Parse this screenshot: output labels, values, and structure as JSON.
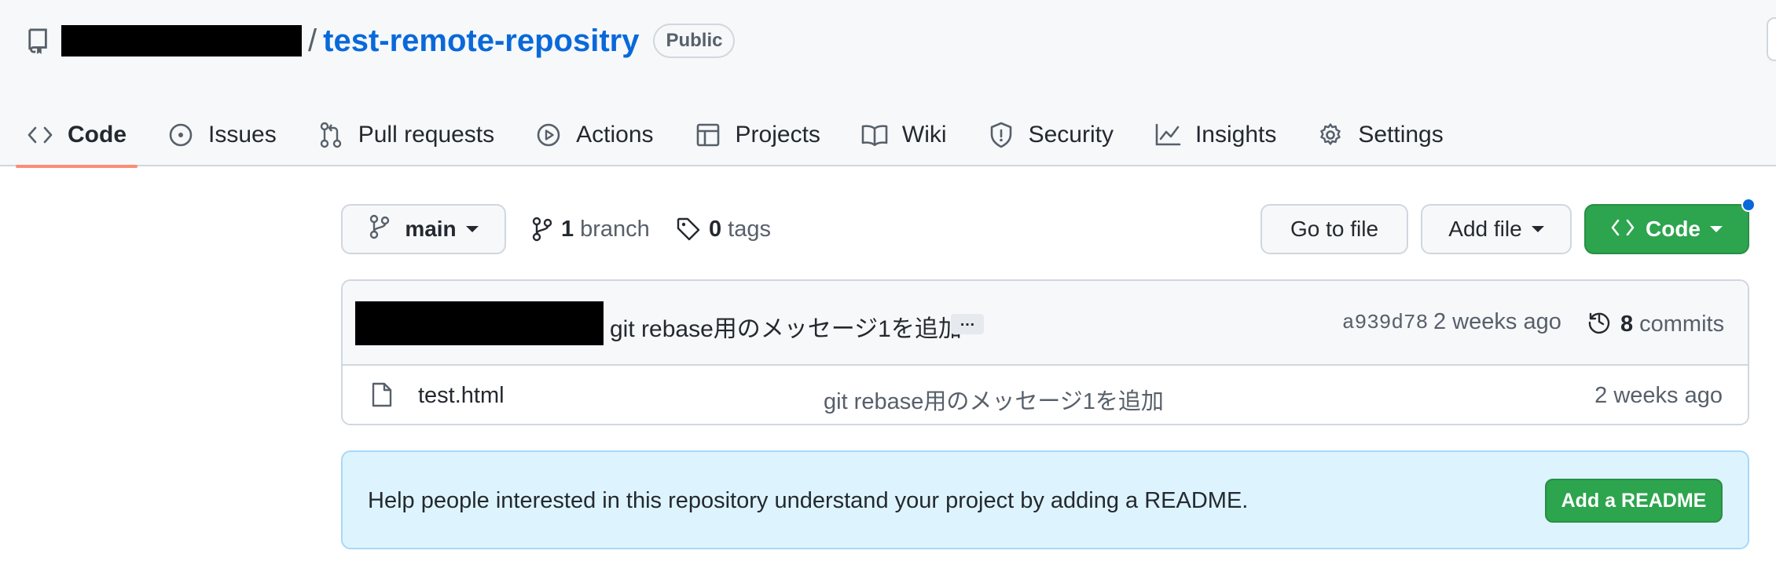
{
  "repo": {
    "slash": "/",
    "name": "test-remote-repositry",
    "visibility": "Public"
  },
  "tabs": [
    {
      "label": "Code",
      "icon": "code-icon",
      "active": true
    },
    {
      "label": "Issues",
      "icon": "issue-icon"
    },
    {
      "label": "Pull requests",
      "icon": "pull-request-icon"
    },
    {
      "label": "Actions",
      "icon": "play-icon"
    },
    {
      "label": "Projects",
      "icon": "table-icon"
    },
    {
      "label": "Wiki",
      "icon": "book-icon"
    },
    {
      "label": "Security",
      "icon": "shield-icon"
    },
    {
      "label": "Insights",
      "icon": "graph-icon"
    },
    {
      "label": "Settings",
      "icon": "gear-icon"
    }
  ],
  "toolbar": {
    "branch": "main",
    "branch_count": "1",
    "branch_label": "branch",
    "tag_count": "0",
    "tag_label": "tags",
    "goto_file": "Go to file",
    "add_file": "Add file",
    "code": "Code"
  },
  "latest_commit": {
    "message": "git rebase用のメッセージ1を追加",
    "ellipsis": "…",
    "sha": "a939d78",
    "time": "2 weeks ago",
    "commit_count": "8",
    "commit_label": "commits"
  },
  "files": [
    {
      "name": "test.html",
      "message": "git rebase用のメッセージ1を追加",
      "time": "2 weeks ago"
    }
  ],
  "readme": {
    "text": "Help people interested in this repository understand your project by adding a README.",
    "button": "Add a README"
  },
  "colors": {
    "link": "#0969da",
    "green": "#2da44e",
    "tab_underline": "#fd8c73",
    "readme_bg": "#ddf4ff"
  }
}
